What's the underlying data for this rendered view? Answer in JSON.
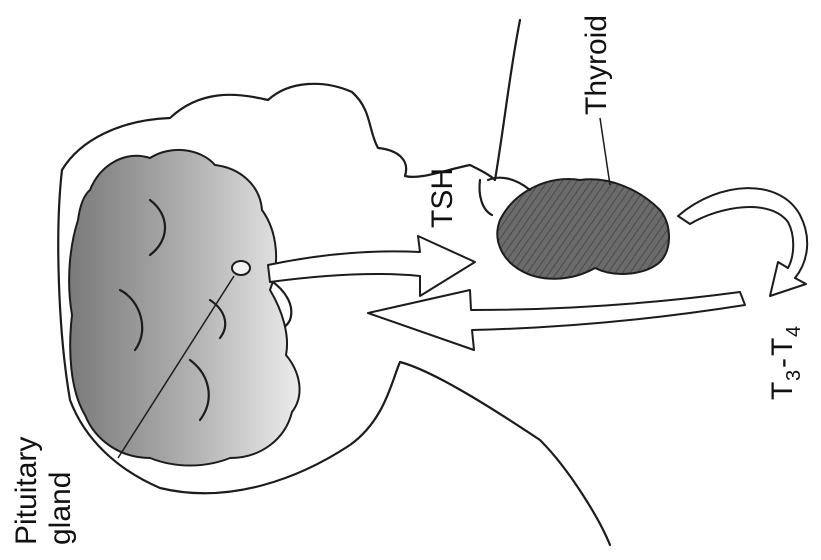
{
  "diagram": {
    "labels": {
      "pituitary_line1": "Pituitary",
      "pituitary_line2": "gland",
      "thyroid": "Thyroid",
      "tsh": "TSH",
      "t3_main": "T",
      "t3_sub": "3",
      "dash": "-",
      "t4_main": "T",
      "t4_sub": "4"
    },
    "colors": {
      "ink": "#1c1c1c",
      "brain_dark": "#7a7a7a",
      "brain_light": "#e4e4e4",
      "thyroid_fill": "#6b6b6b",
      "background": "#ffffff"
    },
    "icons": {
      "head": "head-outline",
      "brain": "brain-icon",
      "pituitary": "pituitary-gland-icon",
      "thyroid": "thyroid-gland-icon"
    }
  }
}
